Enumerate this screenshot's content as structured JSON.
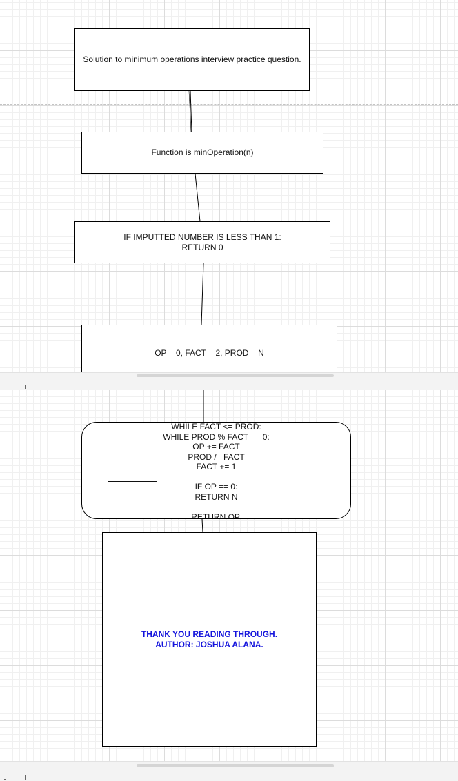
{
  "diagram": {
    "nodes": {
      "title": "Solution to minimum operations interview practice question.",
      "function": "Function is minOperation(n)",
      "if_check": "IF IMPUTTED NUMBER IS LESS THAN 1:\nRETURN 0",
      "init": "OP = 0, FACT = 2, PROD = N",
      "loop": "WHILE FACT <= PROD:\nWHILE PROD % FACT == 0:\nOP += FACT\nPROD /= FACT\nFACT += 1\n\nIF OP == 0:\nRETURN N\n\nRETURN OP.",
      "thanks": "THANK YOU READING THROUGH.\nAUTHOR: JOSHUA ALANA."
    },
    "colors": {
      "grid_major": "#dcdcdc",
      "grid_minor": "#f0f0f0",
      "node_border": "#000000",
      "thanks_text": "#1414dc"
    }
  }
}
